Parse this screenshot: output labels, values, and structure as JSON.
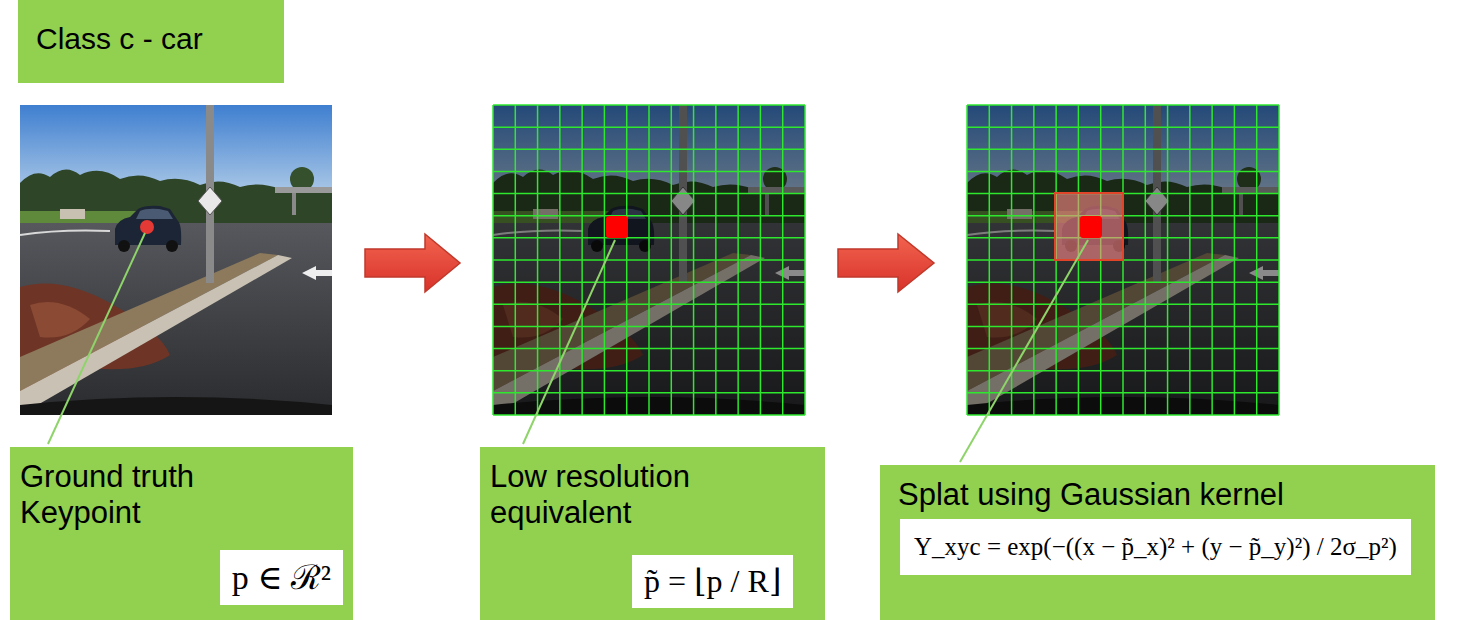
{
  "diagram": {
    "nodes": [
      {
        "text": [
          "Class c - car"
        ]
      },
      {
        "text": [
          "Ground truth Keypoint"
        ]
      },
      {
        "text": [
          "p ∈ ℛ²"
        ],
        "in": 1
      },
      {
        "text": [
          "Low resolution equivalent"
        ]
      },
      {
        "text": [
          "p̃ = ⌊p / R⌋"
        ],
        "in": 3
      },
      {
        "text": [
          "Splat using Gaussian kernel"
        ]
      },
      {
        "text": [
          "Y_xyc = exp(−((x − p̃_x)² + (y − p̃_y)²) / 2σ_p²)"
        ],
        "in": 5
      }
    ]
  }
}
